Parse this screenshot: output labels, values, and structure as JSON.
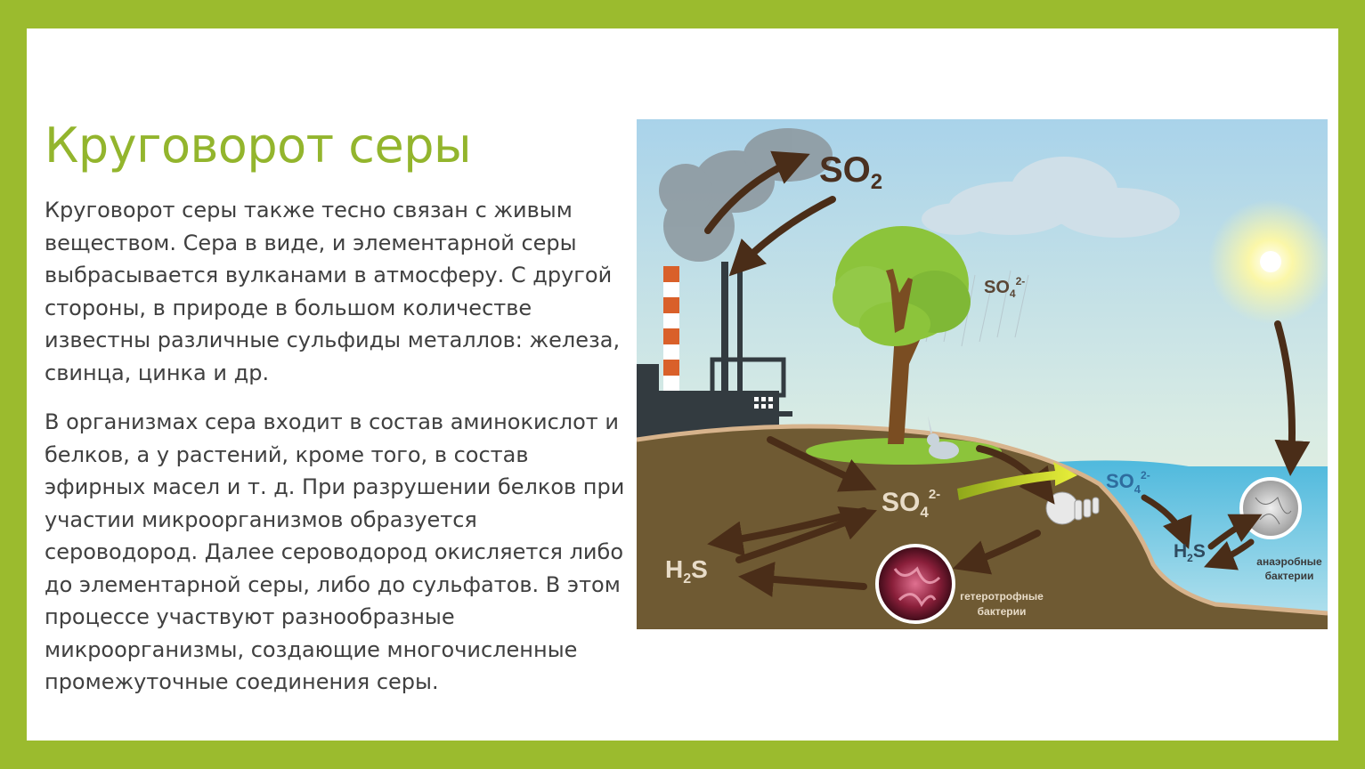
{
  "slide": {
    "title": "Круговорот серы",
    "paragraphs": [
      "Круговорот серы также тесно связан с живым веществом. Сера в виде, и элементарной серы выбрасывается вулканами в атмосферу. С другой стороны, в природе в большом количестве известны различные сульфиды металлов: железа, свинца, цинка и др.",
      "В организмах сера входит в состав аминокислот и белков, а у растений, кроме того, в состав эфирных масел и т. д. При разрушении белков при участии микроорганизмов образуется сероводород. Далее сероводород окисляется либо до элементарной серы, либо до сульфатов. В этом процессе участвуют разнообразные микроорганизмы, создающие многочисленные промежуточные соединения серы."
    ]
  },
  "diagram": {
    "so2": {
      "main": "SO",
      "sub": "2"
    },
    "so4_rain": {
      "main": "SO",
      "sub": "4",
      "sup": "2-"
    },
    "so4_soil": {
      "main": "SO",
      "sub": "4",
      "sup": "2-"
    },
    "so4_water": {
      "main": "SO",
      "sub": "4",
      "sup": "2-"
    },
    "h2s_soil": {
      "main": "H",
      "sub": "2",
      "tail": "S"
    },
    "h2s_water": {
      "main": "H",
      "sub": "2",
      "tail": "S"
    },
    "hetero_line1": "гетеротрофные",
    "hetero_line2": "бактерии",
    "anaer_line1": "анаэробные",
    "anaer_line2": "бактерии"
  },
  "colors": {
    "background": "#9bbb2e",
    "title": "#93b52d",
    "text": "#404040"
  }
}
